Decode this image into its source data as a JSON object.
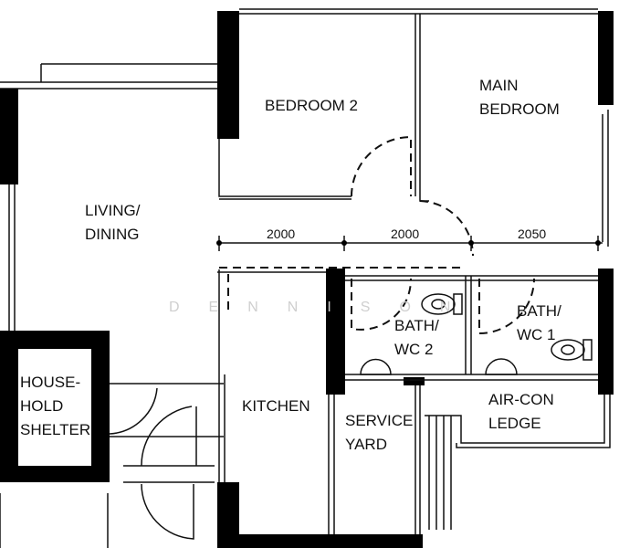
{
  "rooms": {
    "bedroom2": "BEDROOM 2",
    "main_bedroom": [
      "MAIN",
      "BEDROOM"
    ],
    "living_dining": [
      "LIVING/",
      "DINING"
    ],
    "bath_wc2": [
      "BATH/",
      "WC 2"
    ],
    "bath_wc1": [
      "BATH/",
      "WC 1"
    ],
    "household_shelter": [
      "HOUSE-",
      "HOLD",
      "SHELTER"
    ],
    "kitchen": "KITCHEN",
    "service_yard": [
      "SERVICE",
      "YARD"
    ],
    "aircon_ledge": [
      "AIR-CON",
      "LEDGE"
    ]
  },
  "dimensions": [
    "2000",
    "2000",
    "2050"
  ],
  "watermark": "DENNISON"
}
